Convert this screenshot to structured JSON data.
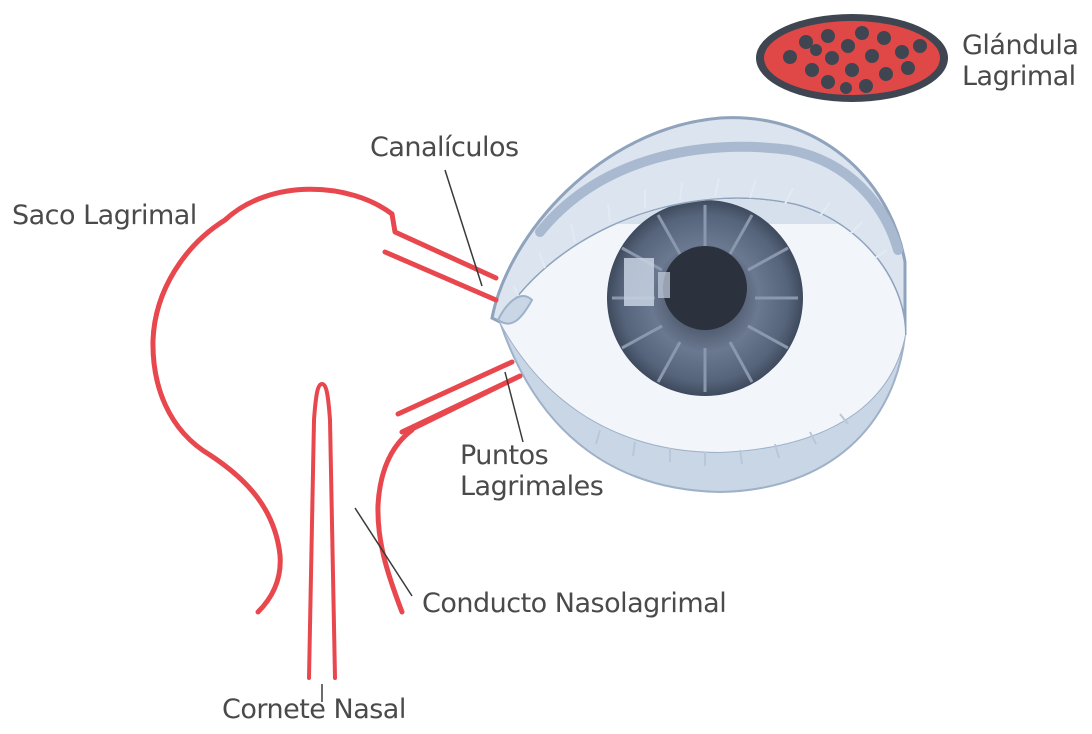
{
  "labels": {
    "gland_line1": "Glándula",
    "gland_line2": "Lagrimal",
    "canaliculos": "Canalículos",
    "saco": "Saco Lagrimal",
    "puntos_line1": "Puntos",
    "puntos_line2": "Lagrimales",
    "conducto": "Conducto Nasolagrimal",
    "cornete": "Cornete Nasal"
  },
  "colors": {
    "duct_red": "#e8474d",
    "gland_fill": "#e04848",
    "gland_dots": "#3f4651",
    "iris": "#5f6c80",
    "sclera_shade": "#d6e0ec",
    "eyelid": "#c9d6e6",
    "label_text": "#4a4a4a",
    "leader_line": "#3a3a3a"
  }
}
